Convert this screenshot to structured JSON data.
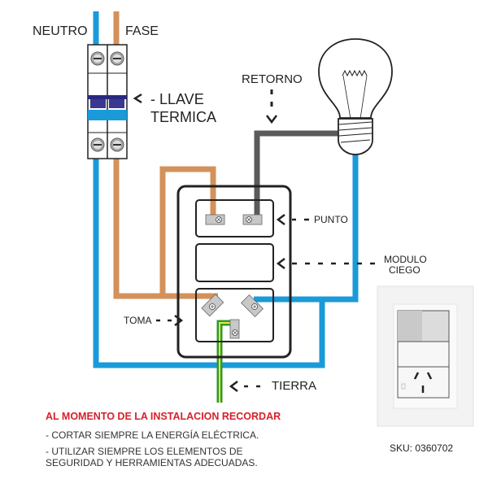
{
  "title": "Conexión de módulo punto + módulo ciego + toma",
  "colors": {
    "neutral_wire": "#1a9ad9",
    "phase_wire": "#d4915a",
    "return_wire": "#5a5a5a",
    "ground_wire_green": "#2e9a2e",
    "ground_wire_yellow": "#e8e83a",
    "warning_text": "#d8202a",
    "breaker_lever": "#2a2880"
  },
  "labels": {
    "neutro": "NEUTRO",
    "fase": "FASE",
    "llave_termica_line1": "- LLAVE",
    "llave_termica_line2": "TERMICA",
    "retorno": "RETORNO",
    "punto": "PUNTO",
    "modulo_ciego_line1": "MODULO",
    "modulo_ciego_line2": "CIEGO",
    "toma": "TOMA",
    "tierra": "TIERRA"
  },
  "notes": {
    "heading": "AL MOMENTO DE LA INSTALACION RECORDAR",
    "items": [
      "- CORTAR SIEMPRE LA ENERGÍA ELÉCTRICA.",
      "- UTILIZAR SIEMPRE LOS ELEMENTOS DE",
      "SEGURIDAD Y HERRAMIENTAS ADECUADAS."
    ]
  },
  "product": {
    "sku": "SKU: 0360702"
  }
}
